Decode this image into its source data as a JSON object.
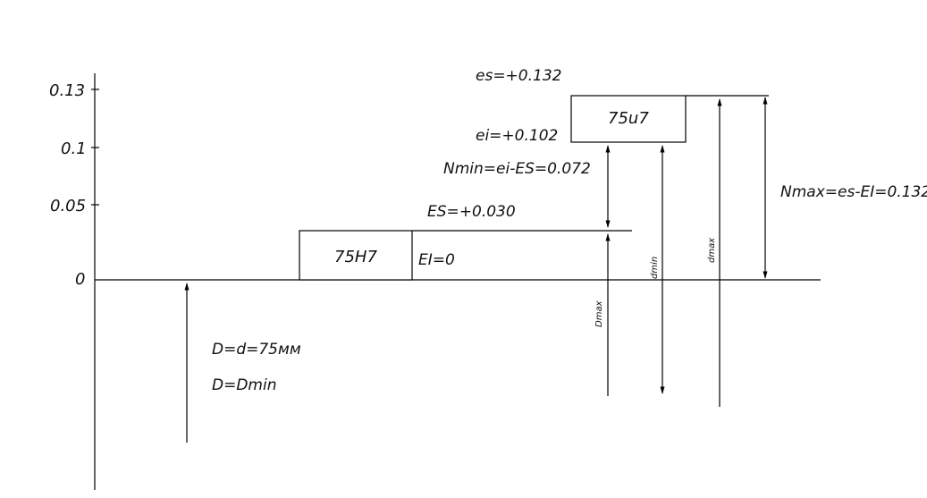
{
  "axis": {
    "ticks": [
      "0.13",
      "0.1",
      "0.05",
      "0"
    ]
  },
  "hole": {
    "label": "75H7",
    "ES": "ES=+0.030",
    "EI": "EI=0"
  },
  "shaft": {
    "label": "75u7",
    "es": "es=+0.132",
    "ei": "ei=+0.102"
  },
  "notes": {
    "nominal": "D=d=75мм",
    "dmin_eq": "D=Dmin",
    "nmin": "Nmin=ei-ES=0.072",
    "nmax": "Nmax=es-EI=0.132"
  },
  "dims": {
    "Dmax": "Dmax",
    "dmin": "dmin",
    "dmax": "dmax"
  }
}
